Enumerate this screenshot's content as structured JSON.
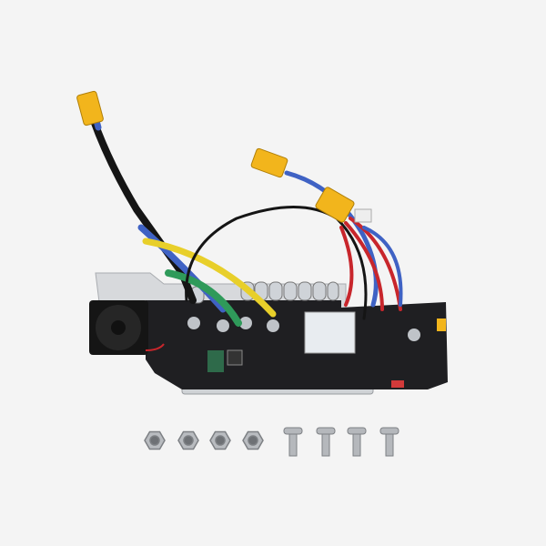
{
  "photo": {
    "subject": "controller-board-kit",
    "colors": {
      "background": "#f4f4f4",
      "pcb": "#1e1e20",
      "connector": "#f2b51c",
      "wire_red": "#c8262c",
      "wire_blue": "#3f62c4",
      "wire_yellow": "#e8cf2a",
      "wire_green": "#2f9a5a",
      "wire_black": "#151515",
      "metal": "#b9bcc0"
    },
    "nuts_count": 4,
    "screws_count": 4
  }
}
